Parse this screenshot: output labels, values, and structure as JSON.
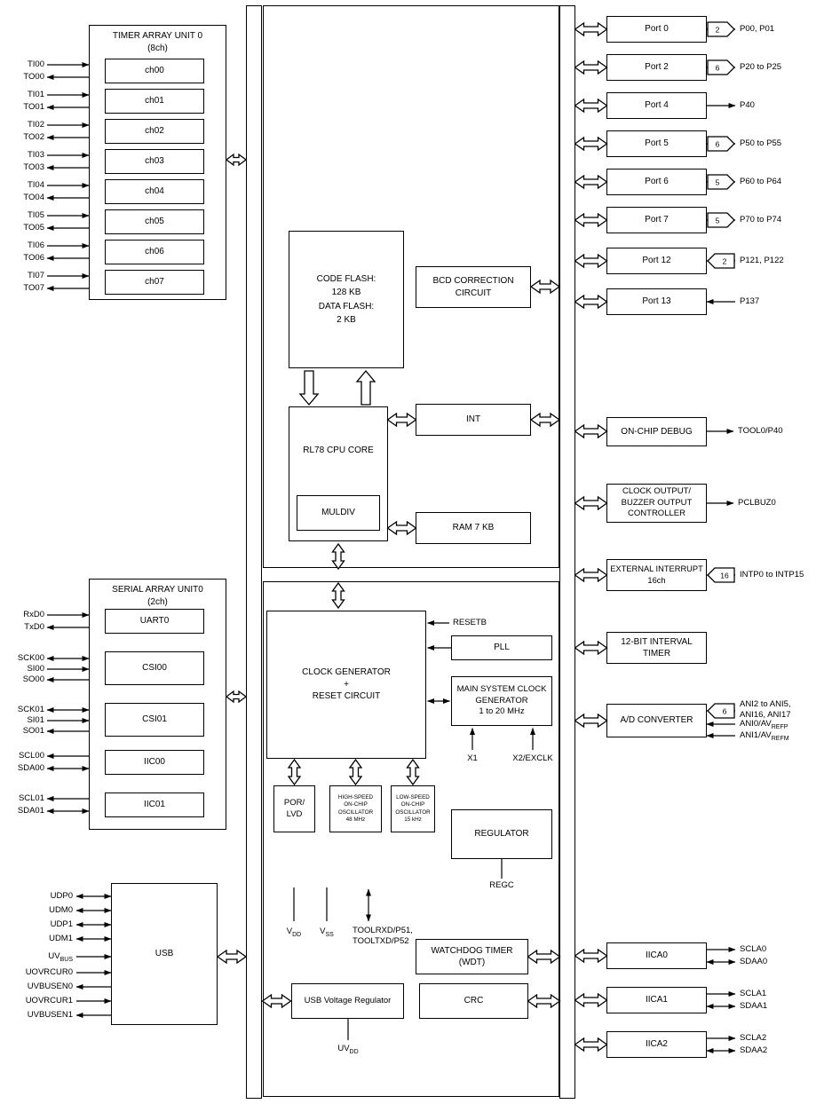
{
  "timer_unit": {
    "title": "TIMER ARRAY UNIT 0",
    "subtitle": "(8ch)",
    "channels": [
      {
        "label": "ch00",
        "in": "TI00",
        "out": "TO00"
      },
      {
        "label": "ch01",
        "in": "TI01",
        "out": "TO01"
      },
      {
        "label": "ch02",
        "in": "TI02",
        "out": "TO02"
      },
      {
        "label": "ch03",
        "in": "TI03",
        "out": "TO03"
      },
      {
        "label": "ch04",
        "in": "TI04",
        "out": "TO04"
      },
      {
        "label": "ch05",
        "in": "TI05",
        "out": "TO05"
      },
      {
        "label": "ch06",
        "in": "TI06",
        "out": "TO06"
      },
      {
        "label": "ch07",
        "in": "TI07",
        "out": "TO07"
      }
    ]
  },
  "serial_unit": {
    "title": "SERIAL ARRAY UNIT0",
    "subtitle": "(2ch)",
    "blocks": [
      "UART0",
      "CSI00",
      "CSI01",
      "IIC00",
      "IIC01"
    ],
    "signals": [
      {
        "base": "RxD0",
        "dir": "in"
      },
      {
        "base": "TxD0",
        "dir": "out"
      },
      {
        "base": "SCK00",
        "dir": "both"
      },
      {
        "base": "SI00",
        "dir": "in"
      },
      {
        "base": "SO00",
        "dir": "out"
      },
      {
        "base": "SCK01",
        "dir": "both"
      },
      {
        "base": "SI01",
        "dir": "in"
      },
      {
        "base": "SO01",
        "dir": "out"
      },
      {
        "base": "SCL00",
        "dir": "out"
      },
      {
        "base": "SDA00",
        "dir": "both"
      },
      {
        "base": "SCL01",
        "dir": "out"
      },
      {
        "base": "SDA01",
        "dir": "both"
      }
    ]
  },
  "usb": {
    "label": "USB",
    "signals": [
      {
        "base": "UDP0",
        "sub": "",
        "dir": "both"
      },
      {
        "base": "UDM0",
        "sub": "",
        "dir": "both"
      },
      {
        "base": "UDP1",
        "sub": "",
        "dir": "both"
      },
      {
        "base": "UDM1",
        "sub": "",
        "dir": "both"
      },
      {
        "base": "UV",
        "sub": "BUS",
        "dir": "in"
      },
      {
        "base": "UOVRCUR0",
        "sub": "",
        "dir": "in"
      },
      {
        "base": "UVBUSEN0",
        "sub": "",
        "dir": "out"
      },
      {
        "base": "UOVRCUR1",
        "sub": "",
        "dir": "in"
      },
      {
        "base": "UVBUSEN1",
        "sub": "",
        "dir": "out"
      }
    ]
  },
  "cpu_section": {
    "flash": {
      "l1": "CODE FLASH:",
      "l2": "128 KB",
      "l3": "DATA FLASH:",
      "l4": "2 KB"
    },
    "cpu": "RL78 CPU CORE",
    "muldiv": "MULDIV",
    "int": "INT",
    "ram": "RAM 7 KB",
    "bcd": {
      "l1": "BCD CORRECTION",
      "l2": "CIRCUIT"
    }
  },
  "clock_section": {
    "clock_gen": {
      "l1": "CLOCK GENERATOR",
      "l2": "+",
      "l3": "RESET CIRCUIT"
    },
    "resetb": "RESETB",
    "pll": "PLL",
    "main_clock": {
      "l1": "MAIN SYSTEM CLOCK",
      "l2": "GENERATOR",
      "l3": "1 to 20 MHz"
    },
    "x1": "X1",
    "x2": "X2/EXCLK",
    "por": {
      "l1": "POR/",
      "l2": "LVD"
    },
    "hs_osc": {
      "l1": "HIGH-SPEED",
      "l2": "ON-CHIP",
      "l3": "OSCILLATOR",
      "l4": "48 MHz"
    },
    "ls_osc": {
      "l1": "LOW-SPEED",
      "l2": "ON-CHIP",
      "l3": "OSCILLATOR",
      "l4": "15 kHz"
    },
    "regulator": "REGULATOR",
    "regc": "REGC",
    "vdd": {
      "base": "V",
      "sub": "DD"
    },
    "vss": {
      "base": "V",
      "sub": "SS"
    },
    "tool": {
      "l1": "TOOLRXD/P51,",
      "l2": "TOOLTXD/P52"
    },
    "wdt": {
      "l1": "WATCHDOG TIMER",
      "l2": "(WDT)"
    },
    "usb_reg": "USB Voltage Regulator",
    "uvdd": {
      "base": "UV",
      "sub": "DD"
    },
    "crc": "CRC"
  },
  "ports": [
    {
      "label": "Port 0",
      "width": "2",
      "pins": "P00, P01",
      "dir": "out"
    },
    {
      "label": "Port 2",
      "width": "6",
      "pins": "P20 to P25",
      "dir": "out"
    },
    {
      "label": "Port 4",
      "width": "",
      "pins": "P40",
      "dir": "out"
    },
    {
      "label": "Port 5",
      "width": "6",
      "pins": "P50 to P55",
      "dir": "out"
    },
    {
      "label": "Port 6",
      "width": "5",
      "pins": "P60 to P64",
      "dir": "out"
    },
    {
      "label": "Port 7",
      "width": "5",
      "pins": "P70 to P74",
      "dir": "out"
    },
    {
      "label": "Port 12",
      "width": "2",
      "pins": "P121, P122",
      "dir": "in"
    },
    {
      "label": "Port 13",
      "width": "",
      "pins": "P137",
      "dir": "in"
    }
  ],
  "right_blocks": {
    "debug": {
      "label": "ON-CHIP DEBUG",
      "pin": "TOOL0/P40"
    },
    "clkout": {
      "l1": "CLOCK OUTPUT/",
      "l2": "BUZZER OUTPUT",
      "l3": "CONTROLLER",
      "pin": "PCLBUZ0"
    },
    "extint": {
      "l1": "EXTERNAL INTERRUPT",
      "l2": "16ch",
      "width": "16",
      "pins": "INTP0 to INTP15"
    },
    "interval": {
      "l1": "12-BIT INTERVAL",
      "l2": "TIMER"
    },
    "adc": {
      "label": "A/D CONVERTER",
      "width": "6",
      "pins1a": "ANI2 to ANI5,",
      "pins1b": "ANI16, ANI17",
      "pin2": {
        "base": "ANI0/AV",
        "sub": "REFP"
      },
      "pin3": {
        "base": "ANI1/AV",
        "sub": "REFM"
      }
    },
    "iica": [
      {
        "label": "IICA0",
        "scl": "SCLA0",
        "sda": "SDAA0"
      },
      {
        "label": "IICA1",
        "scl": "SCLA1",
        "sda": "SDAA1"
      },
      {
        "label": "IICA2",
        "scl": "SCLA2",
        "sda": "SDAA2"
      }
    ]
  }
}
